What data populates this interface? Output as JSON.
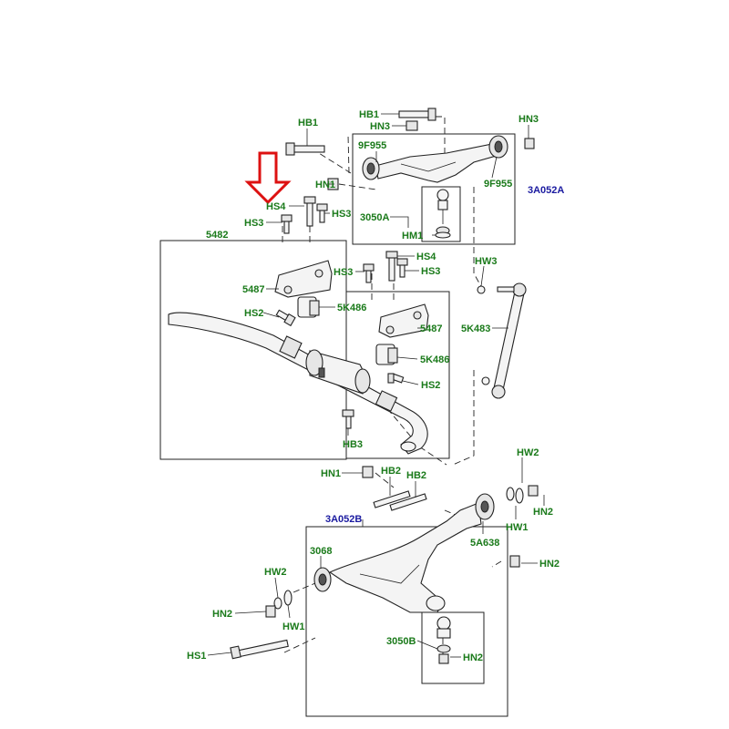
{
  "diagram": {
    "labels": {
      "hb1_left": "HB1",
      "hb1_top": "HB1",
      "hn3_top": "HN3",
      "hn3_right": "HN3",
      "p9f955_left": "9F955",
      "p9f955_right": "9F955",
      "p3a052a": "3A052A",
      "hn1_upper": "HN1",
      "hs4_upper": "HS4",
      "hs3_upper_right": "HS3",
      "hs3_upper_left": "HS3",
      "p3050a": "3050A",
      "hm1": "HM1",
      "p5482": "5482",
      "hs4_mid": "HS4",
      "hs3_mid_left": "HS3",
      "hs3_mid_right": "HS3",
      "hw3": "HW3",
      "p5487_left": "5487",
      "p5k486_upper": "5K486",
      "hs2_left": "HS2",
      "p5487_right": "5487",
      "p5k483": "5K483",
      "p5k486_lower": "5K486",
      "hs2_right": "HS2",
      "hb3": "HB3",
      "hn1_lower": "HN1",
      "hb2_a": "HB2",
      "hb2_b": "HB2",
      "hw2_right": "HW2",
      "hn2_right_top": "HN2",
      "hw1_right": "HW1",
      "p3a052b": "3A052B",
      "p5a638": "5A638",
      "p3068": "3068",
      "hn2_right_mid": "HN2",
      "hw2_left": "HW2",
      "hn2_left": "HN2",
      "hw1_left": "HW1",
      "p3050b": "3050B",
      "hn2_bottom": "HN2",
      "hs1": "HS1"
    },
    "colors": {
      "part_number_label": "#1a7a1a",
      "assembly_label": "#1a1aa0",
      "highlight_arrow": "#dd1111",
      "line": "#222222"
    },
    "icons": {
      "highlight": "red-down-arrow-icon"
    }
  }
}
